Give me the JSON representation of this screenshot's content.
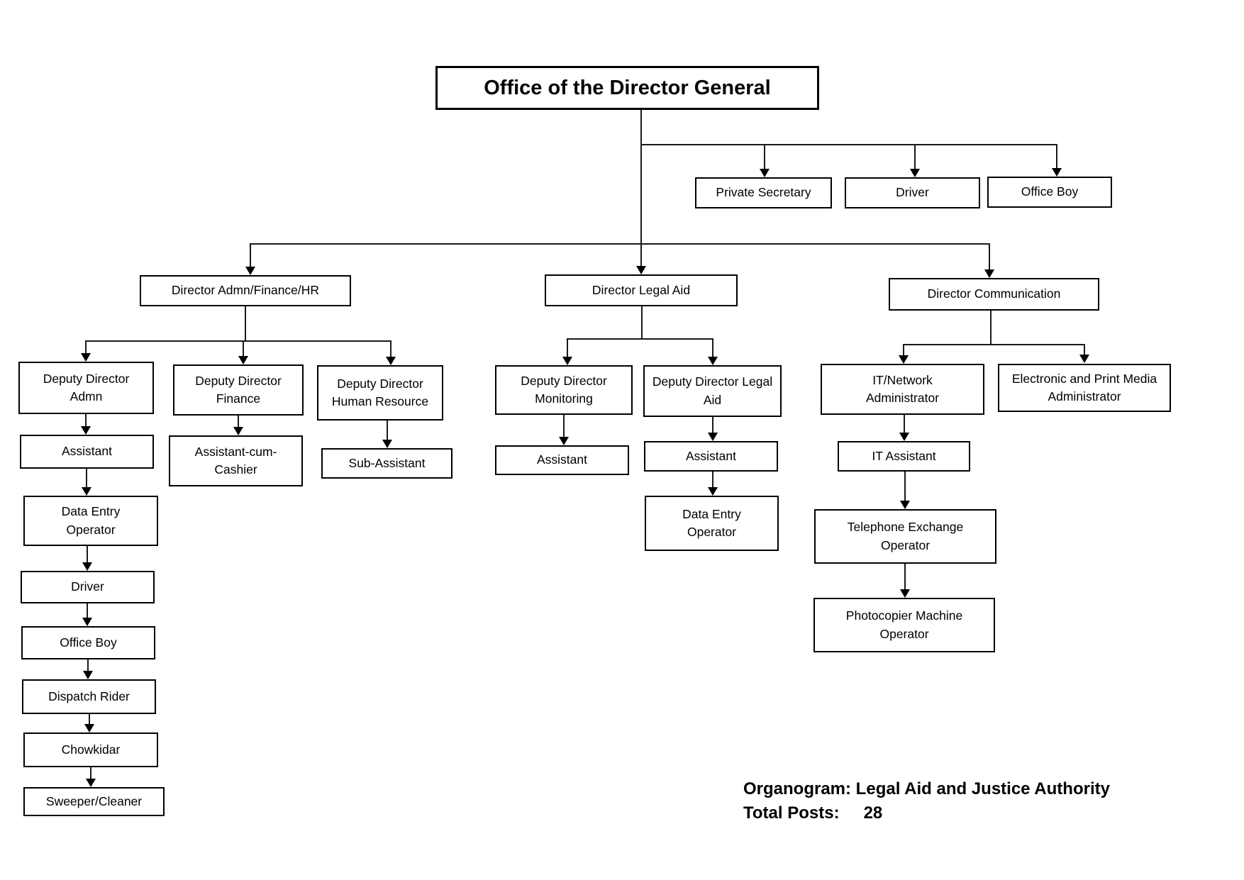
{
  "title": "Office of the Director General",
  "caption": {
    "line1": "Organogram: Legal Aid and Justice Authority",
    "total_posts_label": "Total Posts:",
    "total_posts_value": "28"
  },
  "nodes": {
    "private_secretary": "Private Secretary",
    "driver_top": "Driver",
    "office_boy_top": "Office Boy",
    "director_admn_finance_hr": "Director Admn/Finance/HR",
    "director_legal_aid": "Director Legal Aid",
    "director_communication": "Director Communication",
    "deputy_director_admn": "Deputy Director Admn",
    "deputy_director_finance": "Deputy Director Finance",
    "deputy_director_human_resource": "Deputy Director Human Resource",
    "assistant_admn": "Assistant",
    "data_entry_operator_admn": "Data Entry Operator",
    "driver_admn": "Driver",
    "office_boy_admn": "Office Boy",
    "dispatch_rider": "Dispatch Rider",
    "chowkidar": "Chowkidar",
    "sweeper_cleaner": "Sweeper/Cleaner",
    "assistant_cum_cashier": "Assistant-cum-Cashier",
    "sub_assistant": "Sub-Assistant",
    "deputy_director_monitoring": "Deputy Director Monitoring",
    "assistant_monitoring": "Assistant",
    "deputy_director_legal_aid": "Deputy Director Legal Aid",
    "assistant_legal_aid": "Assistant",
    "data_entry_operator_legal_aid": "Data Entry Operator",
    "it_network_administrator": "IT/Network Administrator",
    "electronic_print_media_administrator": "Electronic and Print Media Administrator",
    "it_assistant": "IT Assistant",
    "telephone_exchange_operator": "Telephone Exchange Operator",
    "photocopier_machine_operator": "Photocopier Machine Operator"
  }
}
